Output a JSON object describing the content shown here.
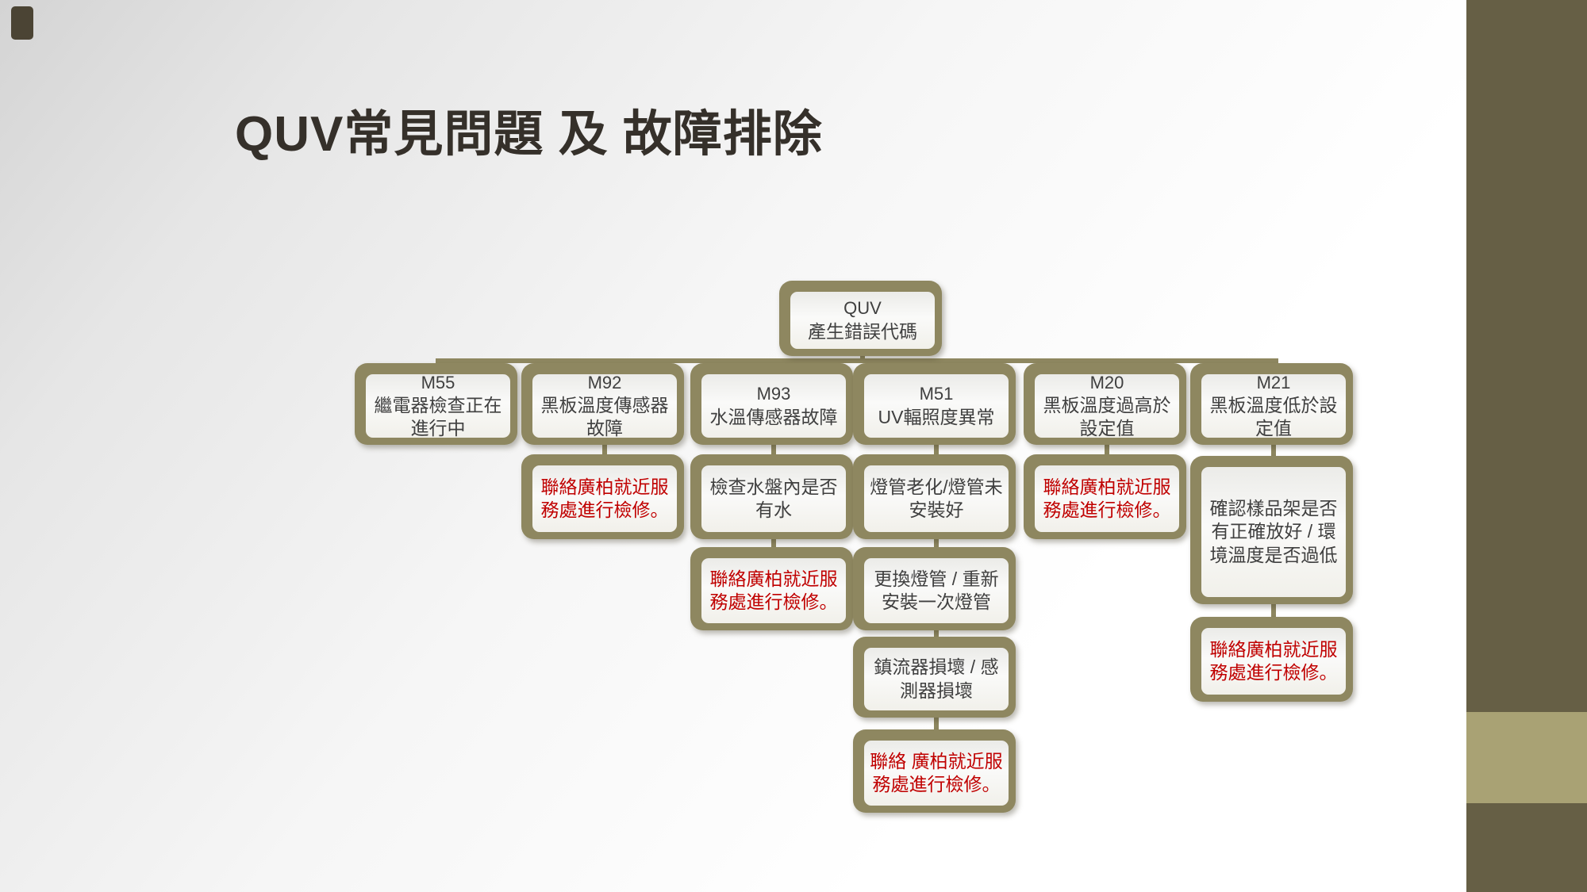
{
  "title": "QUV常見問題 及 故障排除",
  "colors": {
    "accent_olive": "#8e8760",
    "accent_bar_dark": "#665f45",
    "accent_bar_light": "#a9a274",
    "alert_red": "#c00000",
    "node_text": "#404040",
    "title_text": "#35302a"
  },
  "chart": {
    "root": {
      "code": "QUV",
      "label": "產生錯誤代碼"
    },
    "columns": [
      {
        "code": "M55",
        "desc": "繼電器檢查正在進行中",
        "steps": []
      },
      {
        "code": "M92",
        "desc": "黑板溫度傳感器故障",
        "steps": [
          {
            "text": "聯絡廣柏就近服務處進行檢修。",
            "style": "red"
          }
        ]
      },
      {
        "code": "M93",
        "desc": "水溫傳感器故障",
        "steps": [
          {
            "text": "檢查水盤內是否有水",
            "style": "normal"
          },
          {
            "text": "聯絡廣柏就近服務處進行檢修。",
            "style": "red"
          }
        ]
      },
      {
        "code": "M51",
        "desc": "UV輻照度異常",
        "steps": [
          {
            "text": "燈管老化/燈管未安裝好",
            "style": "normal"
          },
          {
            "text": "更換燈管 / 重新安裝一次燈管",
            "style": "normal"
          },
          {
            "text": "鎮流器損壞 / 感測器損壞",
            "style": "normal"
          },
          {
            "text": "聯絡 廣柏就近服務處進行檢修。",
            "style": "red"
          }
        ]
      },
      {
        "code": "M20",
        "desc": "黑板溫度過高於設定值",
        "steps": [
          {
            "text": "聯絡廣柏就近服務處進行檢修。",
            "style": "red"
          }
        ]
      },
      {
        "code": "M21",
        "desc": "黑板溫度低於設定值",
        "steps": [
          {
            "text": "確認樣品架是否有正確放好 / 環境溫度是否過低",
            "style": "normal"
          },
          {
            "text": "聯絡廣柏就近服 務處進行檢修。",
            "style": "red"
          }
        ]
      }
    ]
  }
}
